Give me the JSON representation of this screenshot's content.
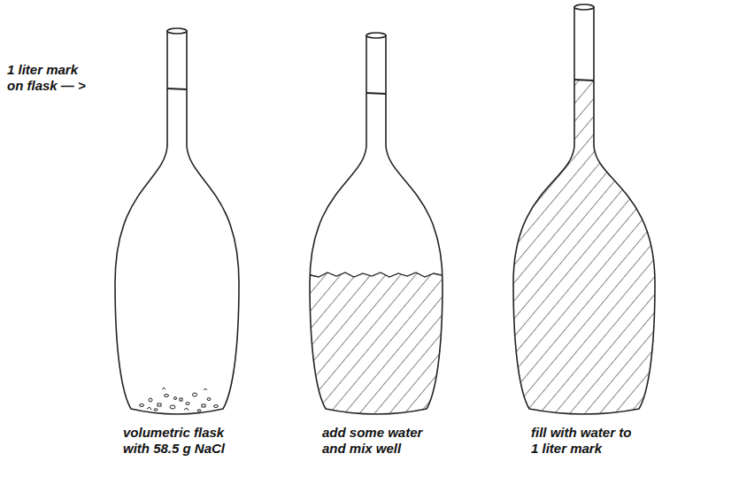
{
  "diagram": {
    "labels": [
      "1 liter mark on flask — >",
      "volumetric flask with 58.5 g NaCl",
      "add some water and mix well",
      "fill with water to 1 liter mark"
    ]
  }
}
